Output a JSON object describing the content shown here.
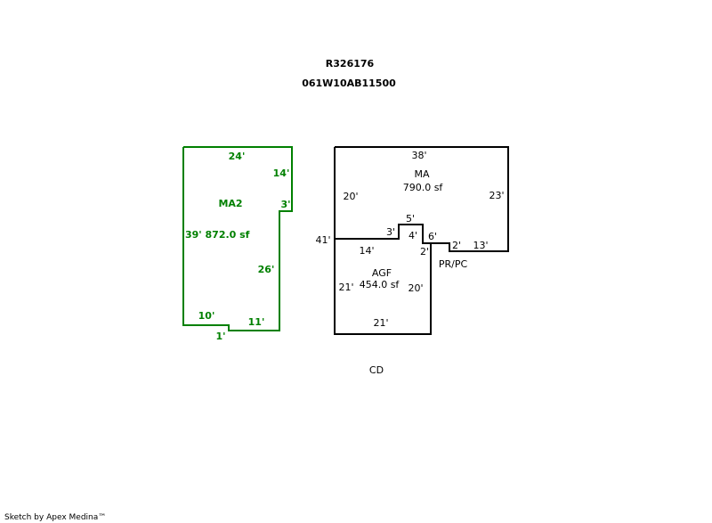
{
  "header": {
    "account_id": "R326176",
    "map_tax_lot": "061W10AB11500"
  },
  "colors": {
    "ma2_outline": "#008000",
    "main_outline": "#000000",
    "background": "#ffffff"
  },
  "areas": {
    "ma2": {
      "code": "MA2",
      "area_label": "872.0 sf",
      "area_sqft": 872.0,
      "side_labels": {
        "top": "24'",
        "right_upper": "14'",
        "right_step": "3'",
        "left": "39'",
        "right_lower": "26'",
        "bottom_left": "10'",
        "bottom_step": "1'",
        "bottom_right": "11'"
      }
    },
    "ma": {
      "code": "MA",
      "area_label": "790.0 sf",
      "area_sqft": 790.0,
      "side_labels": {
        "top": "38'",
        "left": "20'",
        "right": "23'",
        "bump_top": "5'",
        "bump_left": "3'",
        "bump_right": "4'",
        "step_top": "6'",
        "step_right": "2'",
        "bottom_right": "13'"
      }
    },
    "agf": {
      "code": "AGF",
      "area_label": "454.0 sf",
      "area_sqft": 454.0,
      "side_labels": {
        "top": "14'",
        "top_right": "2'",
        "left": "21'",
        "right": "20'",
        "bottom": "21'"
      }
    },
    "overall_left": "41'",
    "pr_pc": "PR/PC",
    "cd": "CD",
    "ma2_combined_label": "39' 872.0 sf"
  },
  "footer": {
    "credit": "Sketch by Apex Medina™"
  }
}
